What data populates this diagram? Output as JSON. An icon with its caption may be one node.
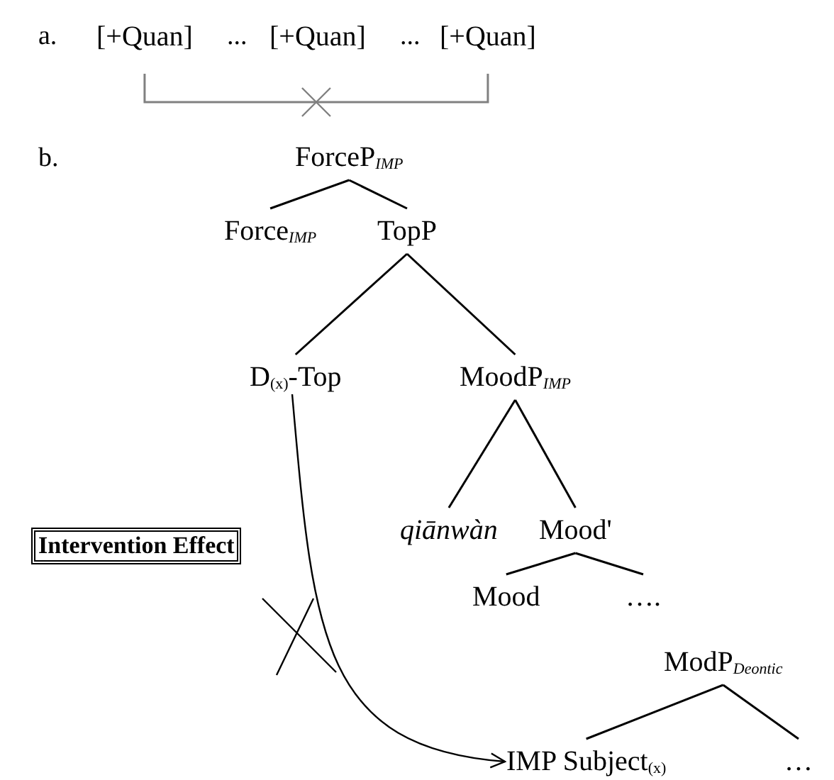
{
  "diagram": {
    "nodes": [
      {
        "text": [
          "[+Quan]"
        ]
      },
      {
        "text": [
          "[+Quan]"
        ]
      },
      {
        "text": [
          "[+Quan]"
        ]
      },
      {
        "text": [
          "ForceP$_{IMP}$"
        ]
      },
      {
        "text": [
          "Force$_{IMP}$"
        ]
      },
      {
        "text": [
          "TopP"
        ]
      },
      {
        "text": [
          "D$_{(x)}$-Top"
        ]
      },
      {
        "text": [
          "MoodP$_{IMP}$"
        ]
      },
      {
        "text": [
          "qiānwàn"
        ]
      },
      {
        "text": [
          "Mood'"
        ]
      },
      {
        "text": [
          "Intervention Effect"
        ]
      },
      {
        "text": [
          "Mood"
        ]
      },
      {
        "text": [
          "…."
        ]
      },
      {
        "text": [
          "ModP$_{Deontic}$"
        ]
      },
      {
        "text": [
          "IMP Subject$_{(x)}$"
        ]
      },
      {
        "text": [
          "…"
        ]
      }
    ],
    "edges": [
      {
        "from": 0,
        "to": 2,
        "arrow": "none",
        "color": "#808080"
      },
      {
        "from": 3,
        "to": 4,
        "arrow": "none"
      },
      {
        "from": 3,
        "to": 5,
        "arrow": "none"
      },
      {
        "from": 5,
        "to": 6,
        "arrow": "none"
      },
      {
        "from": 5,
        "to": 7,
        "arrow": "none"
      },
      {
        "from": 7,
        "to": 8,
        "arrow": "none"
      },
      {
        "from": 7,
        "to": 9,
        "arrow": "none"
      },
      {
        "from": 9,
        "to": 11,
        "arrow": "none"
      },
      {
        "from": 9,
        "to": 12,
        "arrow": "none"
      },
      {
        "from": 13,
        "to": 14,
        "arrow": "none"
      },
      {
        "from": 13,
        "to": 15,
        "arrow": "none"
      },
      {
        "from": 6,
        "to": 14,
        "arrow": "to"
      }
    ],
    "labels": [
      "a.",
      "...",
      "...",
      "b."
    ]
  }
}
